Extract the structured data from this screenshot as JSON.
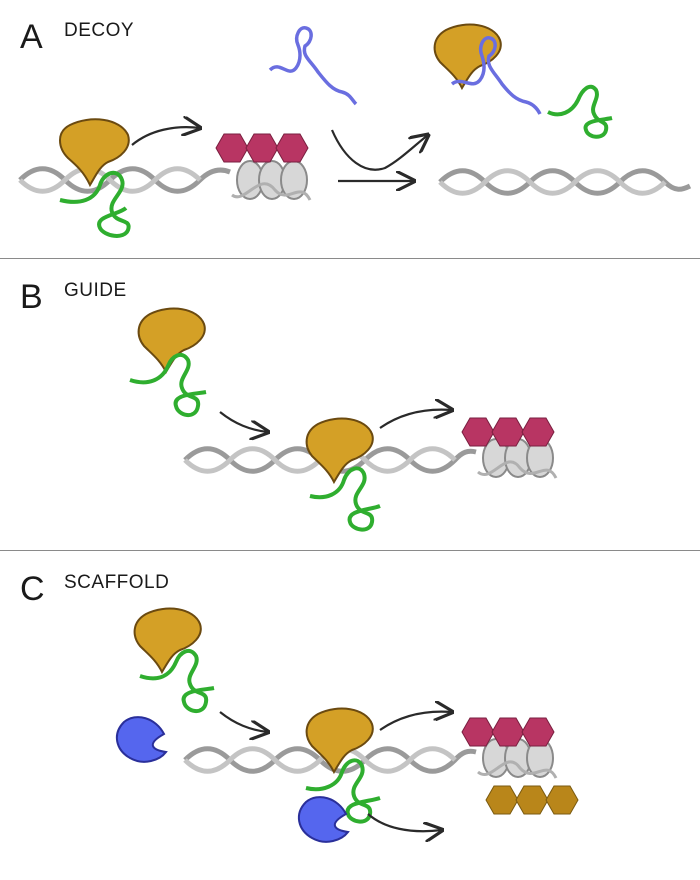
{
  "panels": [
    {
      "letter": "A",
      "title": "DECOY"
    },
    {
      "letter": "B",
      "title": "GUIDE"
    },
    {
      "letter": "C",
      "title": "SCAFFOLD"
    }
  ],
  "colors": {
    "protein_gold": "#d4a026",
    "protein_gold_stroke": "#6b4a10",
    "rna_green": "#2fae2f",
    "decoy_rna_blue": "#6a6ee0",
    "protein_blue": "#5566ee",
    "protein_blue_stroke": "#2a2f9a",
    "histone_mark_red": "#b83563",
    "histone_mark_brown": "#b9861a",
    "dna_gray": "#9a9a9a",
    "arrow_black": "#2a2a2a"
  }
}
